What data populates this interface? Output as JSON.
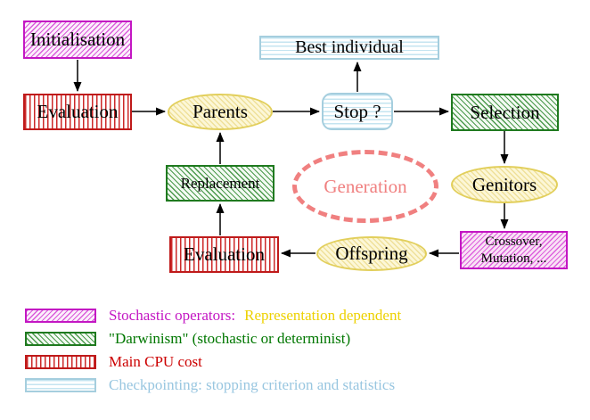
{
  "palette": {
    "magenta": "#CC00CC",
    "dark_green": "#007700",
    "red": "#CC0000",
    "light_blue": "#98C6E0",
    "yellow": "#EDD100",
    "salmon": "#F08080",
    "text": "#000000"
  },
  "nodes": {
    "initialisation": {
      "label": "Initialisation"
    },
    "evaluation_top": {
      "label": "Evaluation"
    },
    "parents": {
      "label": "Parents"
    },
    "best_individual": {
      "label": "Best individual"
    },
    "stop": {
      "label": "Stop ?"
    },
    "selection": {
      "label": "Selection"
    },
    "replacement": {
      "label": "Replacement"
    },
    "generation": {
      "label": "Generation"
    },
    "genitors": {
      "label": "Genitors"
    },
    "crossover": {
      "line1": "Crossover,",
      "line2": "Mutation, ..."
    },
    "evaluation_bottom": {
      "label": "Evaluation"
    },
    "offspring": {
      "label": "Offspring"
    }
  },
  "legend": {
    "items": [
      {
        "pattern": "magenta-diagonal-hatch",
        "text": "Stochastic operators:",
        "text2": "Representation dependent"
      },
      {
        "pattern": "green-diagonal-hatch",
        "text": "\"Darwinism\" (stochastic or determinist)"
      },
      {
        "pattern": "red-vertical-stripes",
        "text": "Main CPU cost"
      },
      {
        "pattern": "cyan-horizontal-stripes",
        "text": "Checkpointing: stopping criterion and statistics"
      }
    ]
  }
}
